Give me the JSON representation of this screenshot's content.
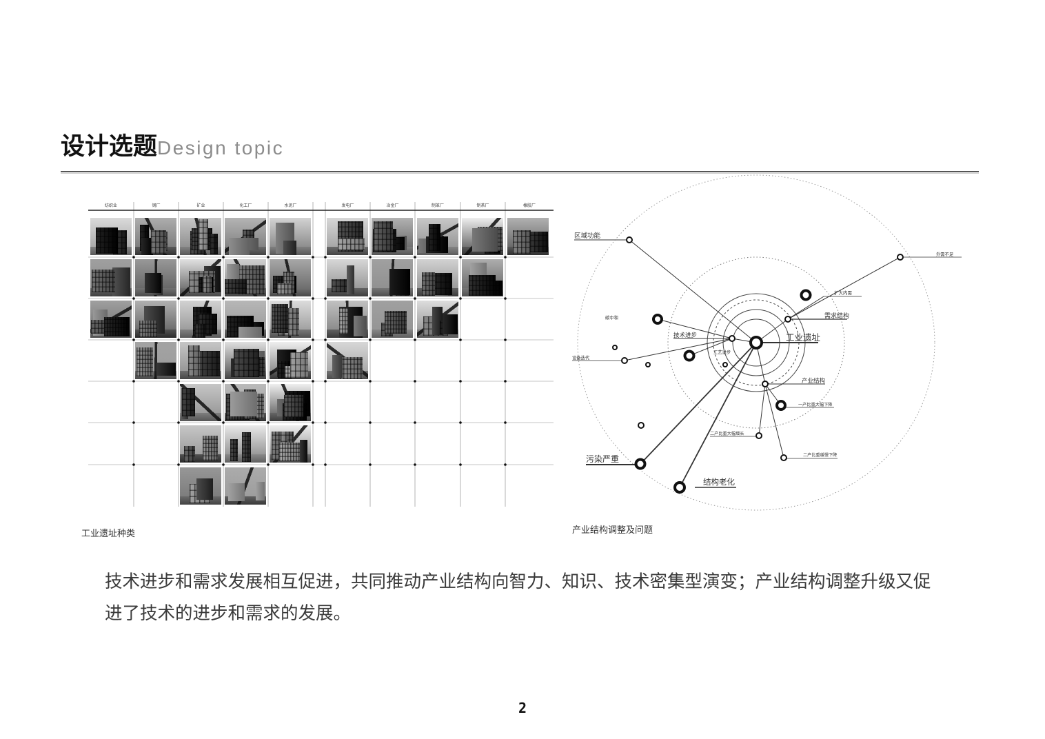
{
  "page": {
    "title_cn": "设计选题",
    "title_en": "Design topic",
    "page_number": "2"
  },
  "colors": {
    "title": "#111111",
    "subtitle": "#8c8c8c",
    "text": "#333333",
    "rule": "#555555"
  },
  "site_types": {
    "caption": "工业遗址种类",
    "categories": [
      {
        "label": "纺织业",
        "photo_count": 3
      },
      {
        "label": "钢厂",
        "photo_count": 4
      },
      {
        "label": "矿业",
        "photo_count": 7
      },
      {
        "label": "化工厂",
        "photo_count": 7
      },
      {
        "label": "水泥厂",
        "photo_count": 6
      },
      {
        "label": "发电厂",
        "photo_count": 4
      },
      {
        "label": "冶金厂",
        "photo_count": 3
      },
      {
        "label": "制革厂",
        "photo_count": 3
      },
      {
        "label": "制茶厂",
        "photo_count": 2
      },
      {
        "label": "橡胶厂",
        "photo_count": 1
      }
    ]
  },
  "diagram": {
    "caption": "产业结构调整及问题",
    "center": "工业遗址",
    "nodes": {
      "regional_function": "区域功能",
      "weak_external_demand": "外需不足",
      "expand_domestic_demand": "扩大内需",
      "demand_structure": "需求结构",
      "carbon_neutrality": "碳中和",
      "tech_progress": "技术进步",
      "equipment_iteration": "设备迭代",
      "process_progress": "工艺进步",
      "industrial_structure": "产业结构",
      "primary_sharp_decline": "一产比重大幅下降",
      "secondary_sharp_growth": "二产比重大幅增长",
      "secondary_slow_decline": "二产比重缓慢下降",
      "severe_pollution": "污染严重",
      "aging_structure": "结构老化"
    }
  },
  "body": {
    "paragraph": "技术进步和需求发展相互促进，共同推动产业结构向智力、知识、技术密集型演变；产业结构调整升级又促进了技术的进步和需求的发展。"
  }
}
